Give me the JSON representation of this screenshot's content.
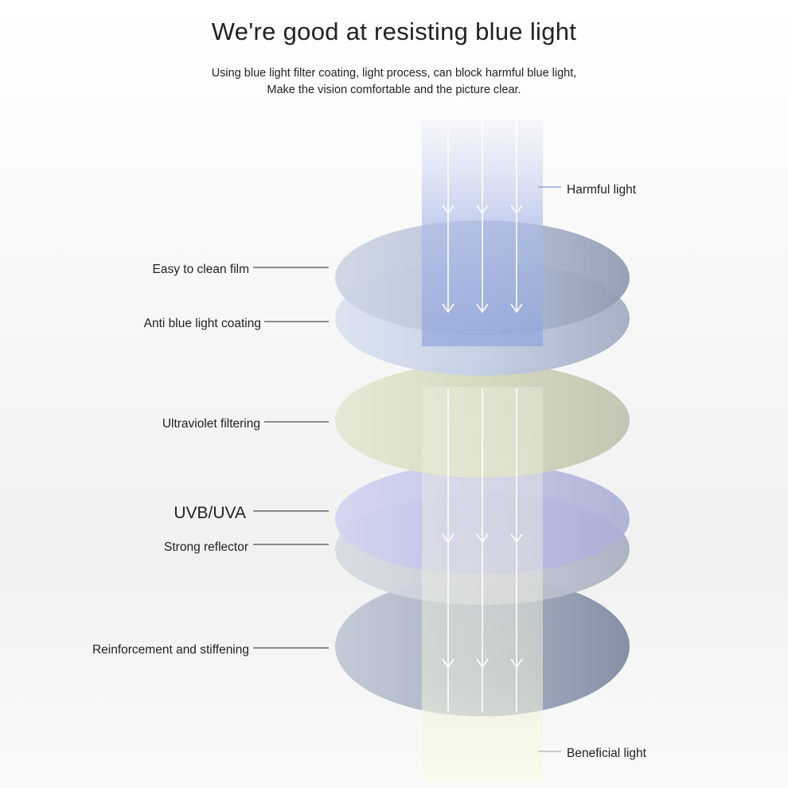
{
  "header": {
    "title": "We're good at resisting blue light",
    "subtitle_lines": [
      "Using blue light filter coating, light process, can block harmful blue light,",
      "Make the vision comfortable and the picture clear."
    ]
  },
  "layers": [
    {
      "label": "Easy to clean film"
    },
    {
      "label": "Anti blue light coating"
    },
    {
      "label": "Ultraviolet filtering"
    },
    {
      "label": "UVB/UVA"
    },
    {
      "label": "Strong reflector"
    },
    {
      "label": "Reinforcement and stiffening"
    }
  ],
  "beams": {
    "harmful": {
      "label": "Harmful light",
      "color": "#5b7fd6"
    },
    "beneficial": {
      "label": "Beneficial light",
      "color": "#e9e9c8"
    }
  },
  "colors": {
    "lens_blue_gray": "#9aa8bf",
    "lens_yellow": "#d9dcc2",
    "lens_violet": "#b9bde6"
  }
}
